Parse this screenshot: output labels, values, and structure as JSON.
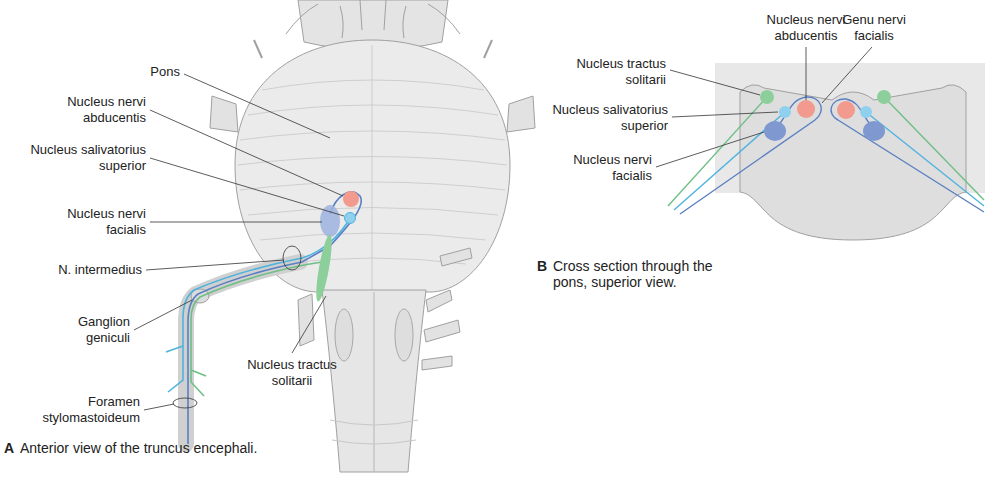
{
  "diagram": {
    "labels": [
      "Pons",
      "Nucleus nervi abducentis",
      "Nucleus salivatorius superior",
      "Nucleus nervi facialis",
      "N. intermedius",
      "Ganglion geniculi",
      "Foramen stylomastoideum",
      "Nucleus tractus solitarii",
      "A",
      "Anterior view of the truncus encephali.",
      "Nucleus nervi abducentis",
      "Genu nervi facialis",
      "Nucleus tractus solitarii",
      "Nucleus salivatorius superior",
      "Nucleus nervi facialis",
      "B",
      "Cross section through the pons, superior view."
    ]
  }
}
